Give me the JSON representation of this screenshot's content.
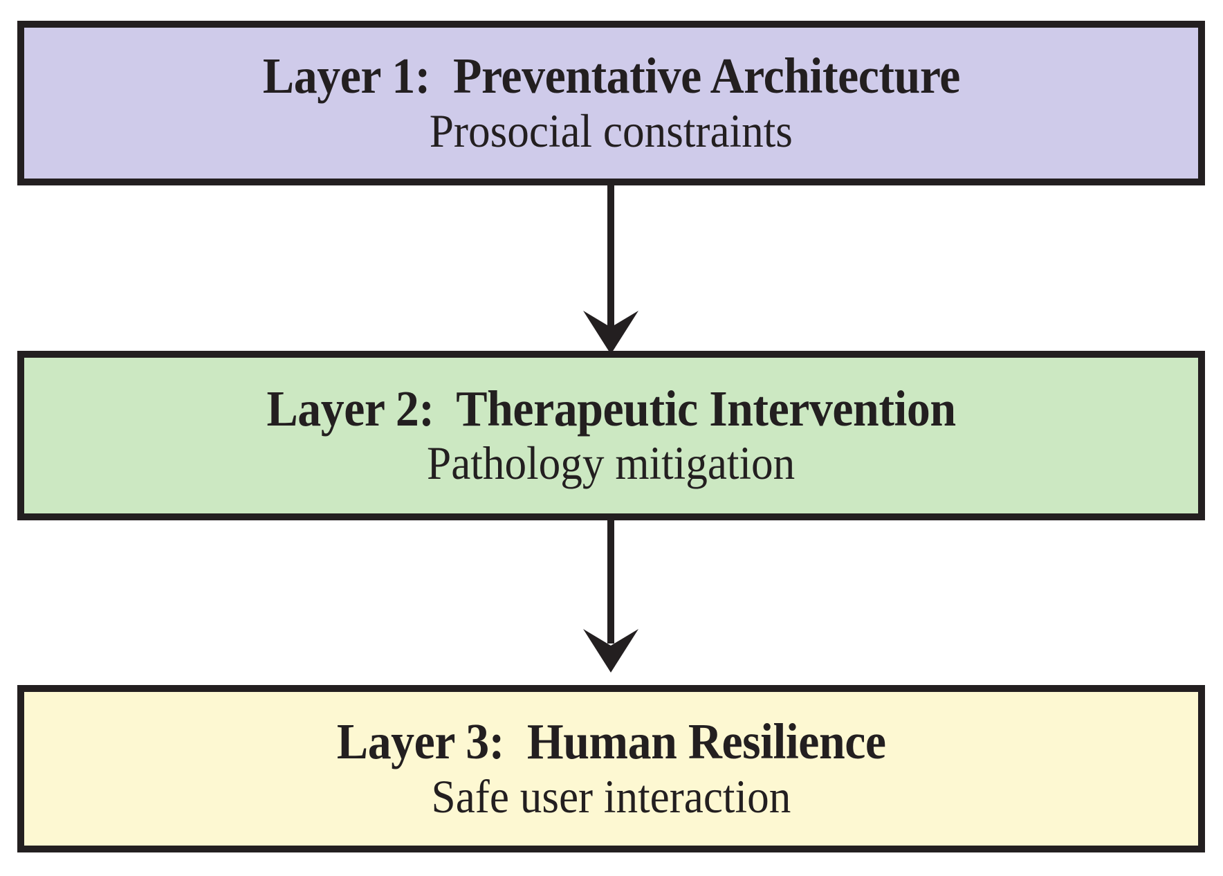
{
  "diagram": {
    "type": "flowchart-vertical",
    "background_color": "#FFFFFF",
    "border_color": "#231F20",
    "text_color": "#231F20",
    "layers": [
      {
        "id": "layer-1",
        "title": "Layer 1:  Preventative Architecture",
        "subtitle": "Prosocial constraints",
        "fill_color": "#CFCBEA",
        "fill_name": "lavender"
      },
      {
        "id": "layer-2",
        "title": "Layer 2:  Therapeutic Intervention",
        "subtitle": "Pathology mitigation",
        "fill_color": "#CCE8C2",
        "fill_name": "light-green"
      },
      {
        "id": "layer-3",
        "title": "Layer 3:  Human Resilience",
        "subtitle": "Safe user interaction",
        "fill_color": "#FDF8D2",
        "fill_name": "light-yellow"
      }
    ],
    "connectors": [
      {
        "id": "arrow-1-to-2",
        "from": "layer-1",
        "to": "layer-2",
        "direction": "down"
      },
      {
        "id": "arrow-2-to-3",
        "from": "layer-2",
        "to": "layer-3",
        "direction": "down"
      }
    ]
  }
}
